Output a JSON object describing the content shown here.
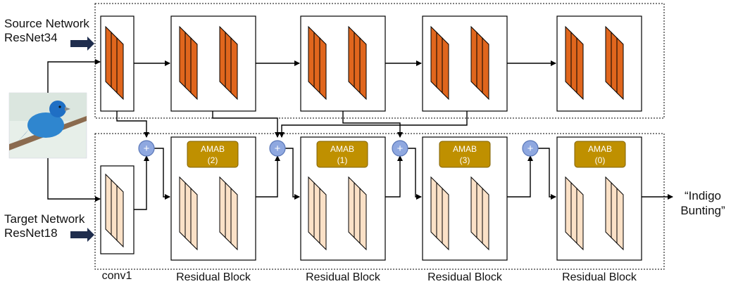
{
  "labels": {
    "source_line1": "Source Network",
    "source_line2": "ResNet34",
    "target_line1": "Target Network",
    "target_line2": "ResNet18",
    "output_line1": "“Indigo",
    "output_line2": "Bunting”",
    "conv1": "conv1",
    "block1": "Residual Block",
    "block2": "Residual Block",
    "block3": "Residual Block",
    "block4": "Residual Block",
    "plus": "+"
  },
  "amab": [
    {
      "title": "AMAB",
      "index": "(2)"
    },
    {
      "title": "AMAB",
      "index": "(1)"
    },
    {
      "title": "AMAB",
      "index": "(3)"
    },
    {
      "title": "AMAB",
      "index": "(0)"
    }
  ],
  "colors": {
    "source_layer": "#e0661d",
    "target_layer": "#fbe1c7",
    "amab_fill": "#bf9000",
    "adder_fill": "#8fa8e0",
    "line": "#000000"
  },
  "icons": {
    "input_image": "bird-photo",
    "input_arrow": "right-arrow-icon"
  }
}
